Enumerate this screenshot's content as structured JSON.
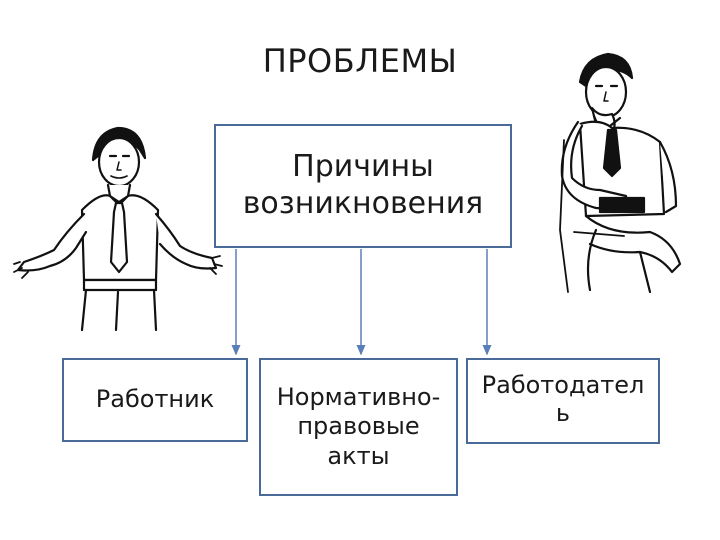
{
  "title": "ПРОБЛЕМЫ",
  "center_node": {
    "label": "Причины\nвозникновения"
  },
  "nodes": [
    {
      "id": "worker",
      "label": "Работник"
    },
    {
      "id": "acts",
      "label": "Нормативно-\nправовые\nакты"
    },
    {
      "id": "employer",
      "label": "Работодател\nь"
    }
  ],
  "edges": [
    {
      "from": "center",
      "to": "worker"
    },
    {
      "from": "center",
      "to": "acts"
    },
    {
      "from": "center",
      "to": "employer"
    }
  ],
  "illustrations": [
    {
      "name": "worker-shrugging-figure"
    },
    {
      "name": "employer-seated-figure"
    }
  ],
  "colors": {
    "box_border": "#4a6a9a",
    "arrow": "#5a7fb8",
    "text": "#1a1a1a"
  }
}
